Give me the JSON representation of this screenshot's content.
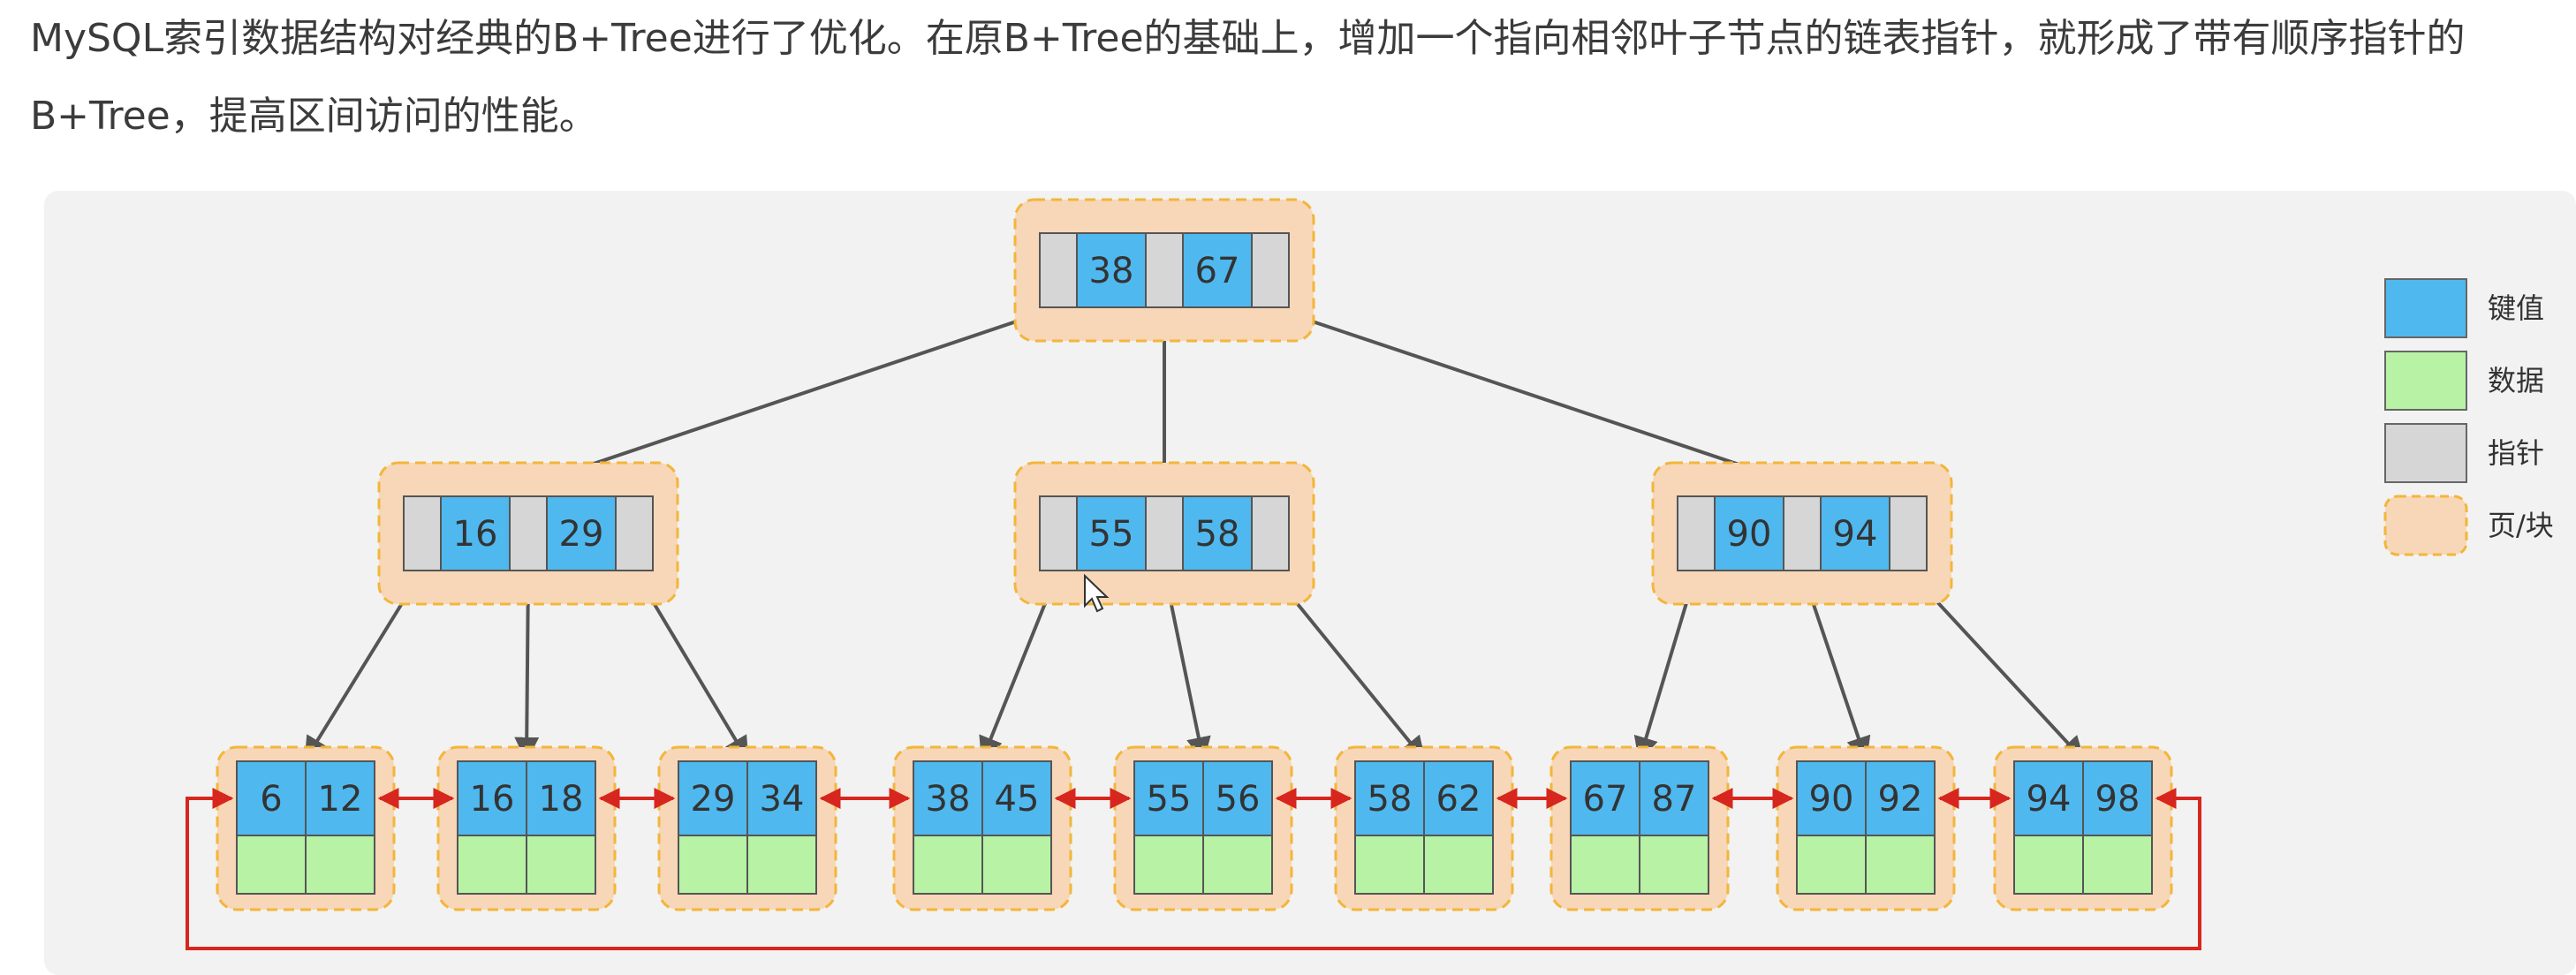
{
  "intro_text": "MySQL索引数据结构对经典的B+Tree进行了优化。在原B+Tree的基础上，增加一个指向相邻叶子节点的链表指针，就形成了带有顺序指针的B+Tree，提高区间访问的性能。",
  "colors": {
    "key": "#4fb8ef",
    "data": "#b7f2a5",
    "pointer": "#d6d6d6",
    "page": "#f7d7b8",
    "page_border": "#f3b63a",
    "tree_arrow": "#555555",
    "leaf_link": "#d7261e"
  },
  "tree": {
    "root": {
      "keys": [
        "38",
        "67"
      ]
    },
    "internal": [
      {
        "keys": [
          "16",
          "29"
        ]
      },
      {
        "keys": [
          "55",
          "58"
        ]
      },
      {
        "keys": [
          "90",
          "94"
        ]
      }
    ],
    "leaves": [
      {
        "keys": [
          "6",
          "12"
        ]
      },
      {
        "keys": [
          "16",
          "18"
        ]
      },
      {
        "keys": [
          "29",
          "34"
        ]
      },
      {
        "keys": [
          "38",
          "45"
        ]
      },
      {
        "keys": [
          "55",
          "56"
        ]
      },
      {
        "keys": [
          "58",
          "62"
        ]
      },
      {
        "keys": [
          "67",
          "87"
        ]
      },
      {
        "keys": [
          "90",
          "92"
        ]
      },
      {
        "keys": [
          "94",
          "98"
        ]
      }
    ]
  },
  "legend": {
    "items": [
      {
        "label": "键值",
        "kind": "key"
      },
      {
        "label": "数据",
        "kind": "data"
      },
      {
        "label": "指针",
        "kind": "pointer"
      },
      {
        "label": "页/块",
        "kind": "page"
      }
    ]
  }
}
